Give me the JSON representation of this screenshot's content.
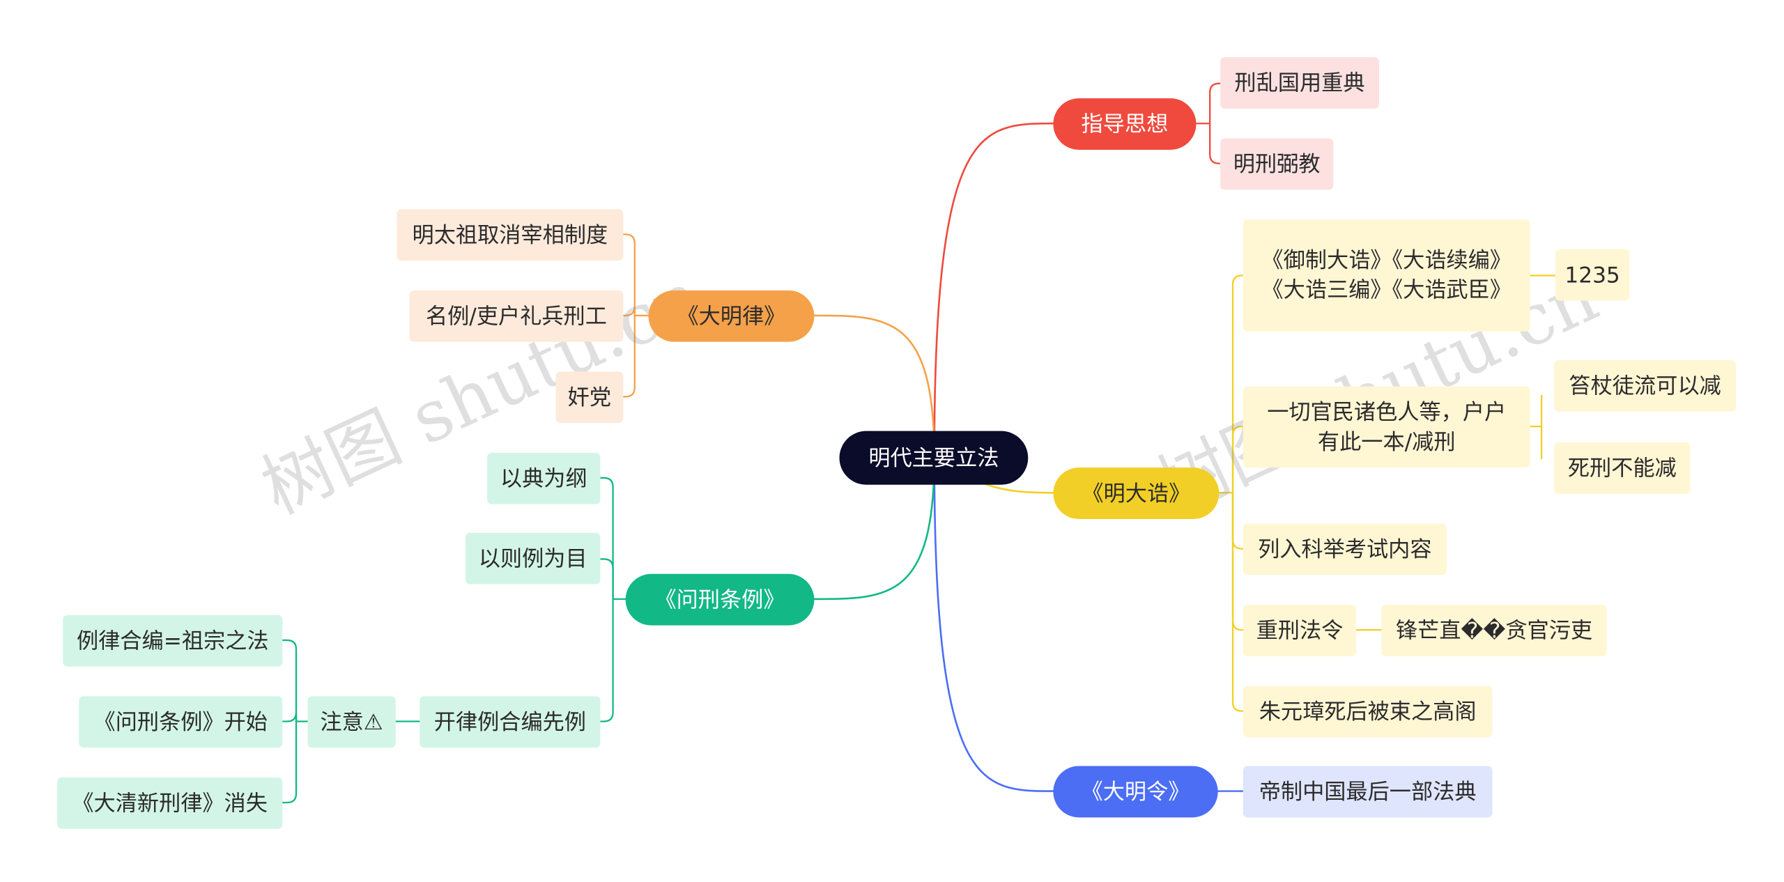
{
  "root": {
    "label": "明代主要立法"
  },
  "colors": {
    "red": "#f04a3e",
    "yellow": "#f2cf26",
    "blue": "#4c6ef5",
    "green": "#12b886",
    "orange": "#f5a14a",
    "root": "#0b0c2a"
  },
  "right": {
    "guiding": {
      "label": "指导思想",
      "children": [
        "刑乱国用重典",
        "明刑弼教"
      ]
    },
    "dagao": {
      "label": "《明大诰》",
      "children": [
        {
          "label": "《御制大诰》《大诰续编》《大诰三编》《大诰武臣》",
          "note": "1235"
        },
        {
          "label": "一切官民诸色人等，户户有此一本/减刑",
          "children": [
            "笞杖徒流可以减",
            "死刑不能减"
          ]
        },
        {
          "label": "列入科举考试内容"
        },
        {
          "label": "重刑法令",
          "note": "锋芒直��贪官污吏"
        },
        {
          "label": "朱元璋死后被束之高阁"
        }
      ]
    },
    "daminling": {
      "label": "《大明令》",
      "children": [
        "帝制中国最后一部法典"
      ]
    }
  },
  "left": {
    "daminglu": {
      "label": "《大明律》",
      "children": [
        "明太祖取消宰相制度",
        "名例/吏户礼兵刑工",
        "奸党"
      ]
    },
    "wenxing": {
      "label": "《问刑条例》",
      "children": [
        "以典为纲",
        "以则例为目",
        "开律例合编先例"
      ],
      "note": {
        "label": "注意⚠",
        "children": [
          "例律合编=祖宗之法",
          "《问刑条例》开始",
          "《大清新刑律》消失"
        ]
      }
    }
  },
  "watermark": "树图 shutu.cn"
}
